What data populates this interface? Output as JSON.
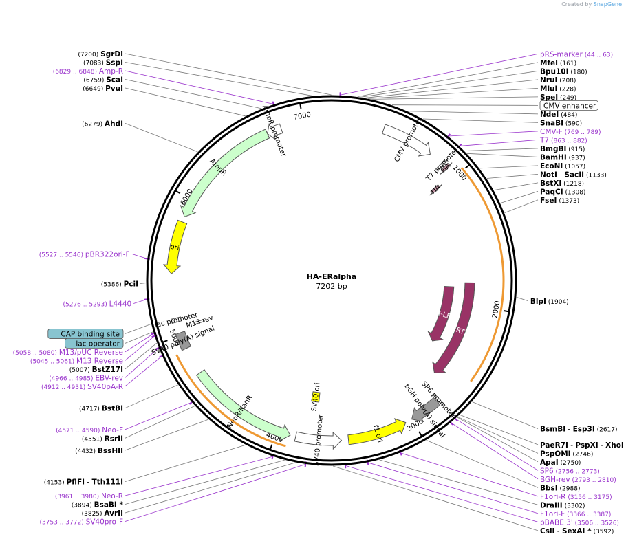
{
  "header": {
    "created_by": "Created by",
    "brand": "SnapGene"
  },
  "plasmid": {
    "name": "HA-ERalpha",
    "size_label": "7202 bp",
    "length": 7202
  },
  "colors": {
    "enzyme": "#000000",
    "primer": "#9933cc",
    "ampr": "#ccffcc",
    "ori": "#ffff00",
    "erlbd": "#993366",
    "orange_orf": "#ee9933",
    "green_orf": "#339900",
    "grey_feature": "#999999",
    "ha": "#cc99aa",
    "binding_site": "#88c4d0"
  },
  "ticks": [
    {
      "label": "1000",
      "bp": 1000
    },
    {
      "label": "2000",
      "bp": 2000
    },
    {
      "label": "3000",
      "bp": 3000
    },
    {
      "label": "4000",
      "bp": 4000
    },
    {
      "label": "5000",
      "bp": 5000
    },
    {
      "label": "6000",
      "bp": 6000
    },
    {
      "label": "7000",
      "bp": 7000
    }
  ],
  "labels": [
    {
      "id": "SgrDI",
      "bold": "SgrDI",
      "pos": "(7200)",
      "kind": "enzyme",
      "bp": 7200
    },
    {
      "id": "SspI",
      "bold": "SspI",
      "pos": "(7083)",
      "kind": "enzyme",
      "bp": 7083
    },
    {
      "id": "Amp-R",
      "name": "Amp-R",
      "pos": "(6829 .. 6848)",
      "kind": "primer",
      "bp": 6838
    },
    {
      "id": "ScaI",
      "bold": "ScaI",
      "pos": "(6759)",
      "kind": "enzyme",
      "bp": 6759
    },
    {
      "id": "PvuI",
      "bold": "PvuI",
      "pos": "(6649)",
      "kind": "enzyme",
      "bp": 6649
    },
    {
      "id": "AhdI",
      "bold": "AhdI",
      "pos": "(6279)",
      "kind": "enzyme",
      "bp": 6279
    },
    {
      "id": "pBR322ori-F",
      "name": "pBR322ori-F",
      "pos": "(5527 .. 5546)",
      "kind": "primer",
      "bp": 5536
    },
    {
      "id": "PciI",
      "bold": "PciI",
      "pos": "(5386)",
      "kind": "enzyme",
      "bp": 5386
    },
    {
      "id": "L4440",
      "name": "L4440",
      "pos": "(5276 .. 5293)",
      "kind": "primer",
      "bp": 5285
    },
    {
      "id": "CAP-binding-site",
      "boxed": "CAP binding site",
      "kind": "box",
      "bp": 5130
    },
    {
      "id": "M13-pUC-Reverse",
      "name": "M13/pUC Reverse",
      "pos": "(5058 .. 5080)",
      "kind": "primer",
      "bp": 5069
    },
    {
      "id": "lac-operator",
      "boxed": "lac operator",
      "kind": "box",
      "bp": 5080
    },
    {
      "id": "M13-Reverse",
      "name": "M13 Reverse",
      "pos": "(5045 .. 5061)",
      "kind": "primer",
      "bp": 5053
    },
    {
      "id": "BstZ17I",
      "bold": "BstZ17I",
      "pos": "(5007)",
      "kind": "enzyme",
      "bp": 5007
    },
    {
      "id": "EBV-rev",
      "name": "EBV-rev",
      "pos": "(4966 .. 4985)",
      "kind": "primer",
      "bp": 4975
    },
    {
      "id": "SV40pA-R",
      "name": "SV40pA-R",
      "pos": "(4912 .. 4931)",
      "kind": "primer",
      "bp": 4921
    },
    {
      "id": "BstBI",
      "bold": "BstBI",
      "pos": "(4717)",
      "kind": "enzyme",
      "bp": 4717
    },
    {
      "id": "Neo-F",
      "name": "Neo-F",
      "pos": "(4571 .. 4590)",
      "kind": "primer",
      "bp": 4580
    },
    {
      "id": "RsrII",
      "bold": "RsrII",
      "pos": "(4551)",
      "kind": "enzyme",
      "bp": 4551
    },
    {
      "id": "BssHII",
      "bold": "BssHII",
      "pos": "(4432)",
      "kind": "enzyme",
      "bp": 4432
    },
    {
      "id": "PflFI",
      "bold": "PflFI",
      "sep": " - ",
      "bold2": "Tth111I",
      "pos": "(4153)",
      "kind": "enzyme",
      "bp": 4153
    },
    {
      "id": "Neo-R",
      "name": "Neo-R",
      "pos": "(3961 .. 3980)",
      "kind": "primer",
      "bp": 3970
    },
    {
      "id": "BsaBI",
      "bold": "BsaBI *",
      "pos": "(3894)",
      "kind": "enzyme",
      "bp": 3894
    },
    {
      "id": "AvrII",
      "bold": "AvrII",
      "pos": "(3825)",
      "kind": "enzyme",
      "bp": 3825
    },
    {
      "id": "SV40pro-F",
      "name": "SV40pro-F",
      "pos": "(3753 .. 3772)",
      "kind": "primer",
      "bp": 3762
    },
    {
      "id": "CsiI",
      "bold": "CsiI",
      "sep": " - ",
      "bold2": "SexAI *",
      "pos": "(3592)",
      "kind": "enzyme",
      "bp": 3592
    },
    {
      "id": "pBABE-3",
      "name": "pBABE 3'",
      "pos": "(3506 .. 3526)",
      "kind": "primer",
      "bp": 3516
    },
    {
      "id": "F1ori-F",
      "name": "F1ori-F",
      "pos": "(3366 .. 3387)",
      "kind": "primer",
      "bp": 3376
    },
    {
      "id": "DraIII",
      "bold": "DraIII",
      "pos": "(3302)",
      "kind": "enzyme",
      "bp": 3302
    },
    {
      "id": "F1ori-R",
      "name": "F1ori-R",
      "pos": "(3156 .. 3175)",
      "kind": "primer",
      "bp": 3165
    },
    {
      "id": "BbsI",
      "bold": "BbsI",
      "pos": "(2988)",
      "kind": "enzyme",
      "bp": 2988
    },
    {
      "id": "BGH-rev",
      "name": "BGH-rev",
      "pos": "(2793 .. 2810)",
      "kind": "primer",
      "bp": 2801
    },
    {
      "id": "SP6",
      "name": "SP6",
      "pos": "(2756 .. 2773)",
      "kind": "primer",
      "bp": 2764
    },
    {
      "id": "ApaI",
      "bold": "ApaI",
      "pos": "(2750)",
      "kind": "enzyme",
      "bp": 2750
    },
    {
      "id": "PspOMI",
      "bold": "PspOMI",
      "pos": "(2746)",
      "kind": "enzyme",
      "bp": 2746
    },
    {
      "id": "PaeR7I",
      "bold": "PaeR7I",
      "sep": " - ",
      "bold2": "PspXI",
      "sep2": " - ",
      "bold3": "XhoI",
      "pos": "(2728)",
      "kind": "enzyme",
      "bp": 2728
    },
    {
      "id": "BsmBI",
      "bold": "BsmBI",
      "sep": " - ",
      "bold2": "Esp3I",
      "pos": "(2617)",
      "kind": "enzyme",
      "bp": 2617
    },
    {
      "id": "BlpI",
      "bold": "BlpI",
      "pos": "(1904)",
      "kind": "enzyme",
      "bp": 1904
    },
    {
      "id": "FseI",
      "bold": "FseI",
      "pos": "(1373)",
      "kind": "enzyme",
      "bp": 1373
    },
    {
      "id": "PaqCI",
      "bold": "PaqCI",
      "pos": "(1308)",
      "kind": "enzyme",
      "bp": 1308
    },
    {
      "id": "BstXI",
      "bold": "BstXI",
      "pos": "(1218)",
      "kind": "enzyme",
      "bp": 1218
    },
    {
      "id": "NotI",
      "bold": "NotI",
      "sep": " - ",
      "bold2": "SacII",
      "pos": "(1133)",
      "kind": "enzyme",
      "bp": 1133
    },
    {
      "id": "EcoNI",
      "bold": "EcoNI",
      "pos": "(1057)",
      "kind": "enzyme",
      "bp": 1057
    },
    {
      "id": "BamHI",
      "bold": "BamHI",
      "pos": "(937)",
      "kind": "enzyme",
      "bp": 937
    },
    {
      "id": "BmgBI",
      "bold": "BmgBI",
      "pos": "(915)",
      "kind": "enzyme",
      "bp": 915
    },
    {
      "id": "T7",
      "name": "T7",
      "pos": "(863 .. 882)",
      "kind": "primer",
      "bp": 872
    },
    {
      "id": "CMV-F",
      "name": "CMV-F",
      "pos": "(769 .. 789)",
      "kind": "primer",
      "bp": 779
    },
    {
      "id": "SnaBI",
      "bold": "SnaBI",
      "pos": "(590)",
      "kind": "enzyme",
      "bp": 590
    },
    {
      "id": "NdeI",
      "bold": "NdeI",
      "pos": "(484)",
      "kind": "enzyme",
      "bp": 484
    },
    {
      "id": "CMV-enhancer",
      "boxed": "CMV enhancer",
      "kind": "box-white",
      "bp": 380
    },
    {
      "id": "SpeI",
      "bold": "SpeI",
      "pos": "(249)",
      "kind": "enzyme",
      "bp": 249
    },
    {
      "id": "MluI",
      "bold": "MluI",
      "pos": "(228)",
      "kind": "enzyme",
      "bp": 228
    },
    {
      "id": "NruI",
      "bold": "NruI",
      "pos": "(208)",
      "kind": "enzyme",
      "bp": 208
    },
    {
      "id": "Bpu10I",
      "bold": "Bpu10I",
      "pos": "(180)",
      "kind": "enzyme",
      "bp": 180
    },
    {
      "id": "MfeI",
      "bold": "MfeI",
      "pos": "(161)",
      "kind": "enzyme",
      "bp": 161
    },
    {
      "id": "pRS-marker",
      "name": "pRS-marker",
      "pos": "(44 .. 63)",
      "kind": "primer",
      "bp": 53
    }
  ],
  "features": [
    {
      "id": "AmpR",
      "label": "AmpR",
      "start": 5870,
      "end": 6730,
      "dir": -1,
      "track": "inner1",
      "color": "#ccffcc"
    },
    {
      "id": "AmpR-promoter",
      "label": "AmpR promoter",
      "start": 6730,
      "end": 6835,
      "dir": -1,
      "track": "inner1",
      "color": "#ffffff"
    },
    {
      "id": "ori",
      "label": "ori",
      "start": 5450,
      "end": 5830,
      "dir": -1,
      "track": "inner1",
      "color": "#ffff00"
    },
    {
      "id": "CMV-promoter",
      "label": "CMV promoter",
      "start": 380,
      "end": 760,
      "dir": 1,
      "track": "inner1",
      "color": "#ffffff"
    },
    {
      "id": "T7-promoter",
      "label": "T7 promoter",
      "start": 863,
      "end": 882,
      "dir": 1,
      "track": "inner1",
      "color": "#ffffff"
    },
    {
      "id": "HA-1",
      "label": "HA",
      "start": 895,
      "end": 922,
      "dir": 1,
      "track": "inner1",
      "color": "#cc99aa"
    },
    {
      "id": "HA-2",
      "label": "HA",
      "start": 960,
      "end": 990,
      "dir": 1,
      "track": "inner2",
      "color": "#cc99aa"
    },
    {
      "id": "ER-LBD",
      "label": "ER-LBD",
      "start": 1860,
      "end": 2420,
      "dir": 1,
      "track": "inner3",
      "color": "#993366"
    },
    {
      "id": "ERT2",
      "label": "ERT2",
      "start": 1820,
      "end": 2640,
      "dir": 1,
      "track": "inner2",
      "color": "#993366"
    },
    {
      "id": "SP6-promoter",
      "label": "SP6 promoter",
      "start": 2756,
      "end": 2773,
      "dir": 1,
      "track": "inner1",
      "color": "#ffffff"
    },
    {
      "id": "bGH-polyA",
      "label": "bGH poly(A) signal",
      "start": 2780,
      "end": 3000,
      "dir": 1,
      "track": "inner1",
      "color": "#999999"
    },
    {
      "id": "f1-ori",
      "label": "f1 ori",
      "start": 3050,
      "end": 3480,
      "dir": -1,
      "track": "inner1",
      "color": "#ffff00"
    },
    {
      "id": "SV40-promoter",
      "label": "SV40 promoter",
      "start": 3530,
      "end": 3860,
      "dir": -1,
      "track": "inner1",
      "color": "#ffffff"
    },
    {
      "id": "SV40-ori",
      "label": "SV40 ori",
      "start": 3720,
      "end": 3790,
      "dir": 0,
      "track": "inner3",
      "color": "#ffff00"
    },
    {
      "id": "NeoR-KanR",
      "label": "NeoR/KanR",
      "start": 3900,
      "end": 4700,
      "dir": -1,
      "track": "inner1",
      "color": "#ccffcc"
    },
    {
      "id": "SV40-polyA",
      "label": "SV40 poly(A) signal",
      "start": 4900,
      "end": 5020,
      "dir": 0,
      "track": "inner1",
      "color": "#999999"
    },
    {
      "id": "lac-promoter",
      "label": "lac promoter",
      "start": 5100,
      "end": 5130,
      "dir": 0,
      "track": "inner1",
      "color": "#ffffff"
    },
    {
      "id": "M13-rev",
      "label": "M13 rev",
      "start": 5045,
      "end": 5062,
      "dir": 0,
      "track": "inner2",
      "color": "#ffffff"
    }
  ]
}
